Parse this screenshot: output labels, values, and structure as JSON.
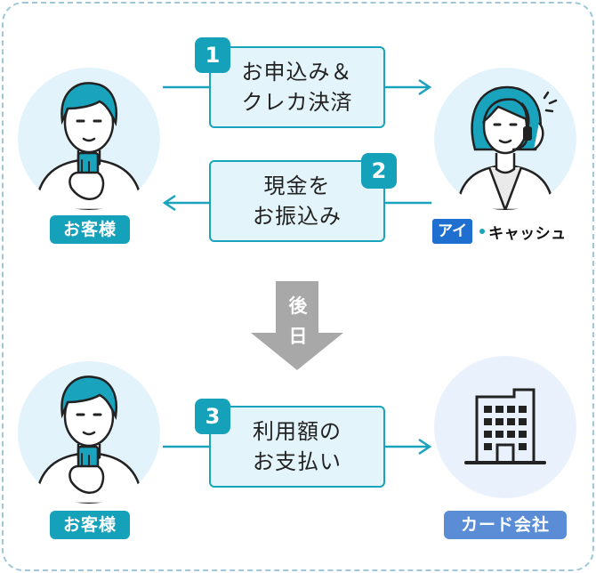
{
  "steps": [
    {
      "number": "1",
      "line1": "お申込み＆",
      "line2": "クレカ決済"
    },
    {
      "number": "2",
      "line1": "現金を",
      "line2": "お振込み"
    },
    {
      "number": "3",
      "line1": "利用額の",
      "line2": "お支払い"
    }
  ],
  "labels": {
    "customer_top": "お客様",
    "customer_bottom": "お客様",
    "card_company": "カード会社"
  },
  "later": {
    "char1": "後",
    "char2": "日"
  },
  "brand": {
    "part1": "アイ",
    "part2": "キャッシュ"
  },
  "icons": {
    "customer": "person-with-smartphone-icon",
    "operator": "operator-headset-icon",
    "company": "office-building-icon",
    "arrows": "arrow-right-icon / arrow-left-icon / arrow-down-icon"
  },
  "colors": {
    "accent": "#1aa3bd",
    "box_fill": "#e4f4fb",
    "customer_tag": "#16a1bb",
    "company_tag": "#5b8dd6",
    "later_arrow": "#a8a8a8",
    "circle_fill": "#e3f3fb",
    "brand_blue": "#1e6fd0"
  }
}
